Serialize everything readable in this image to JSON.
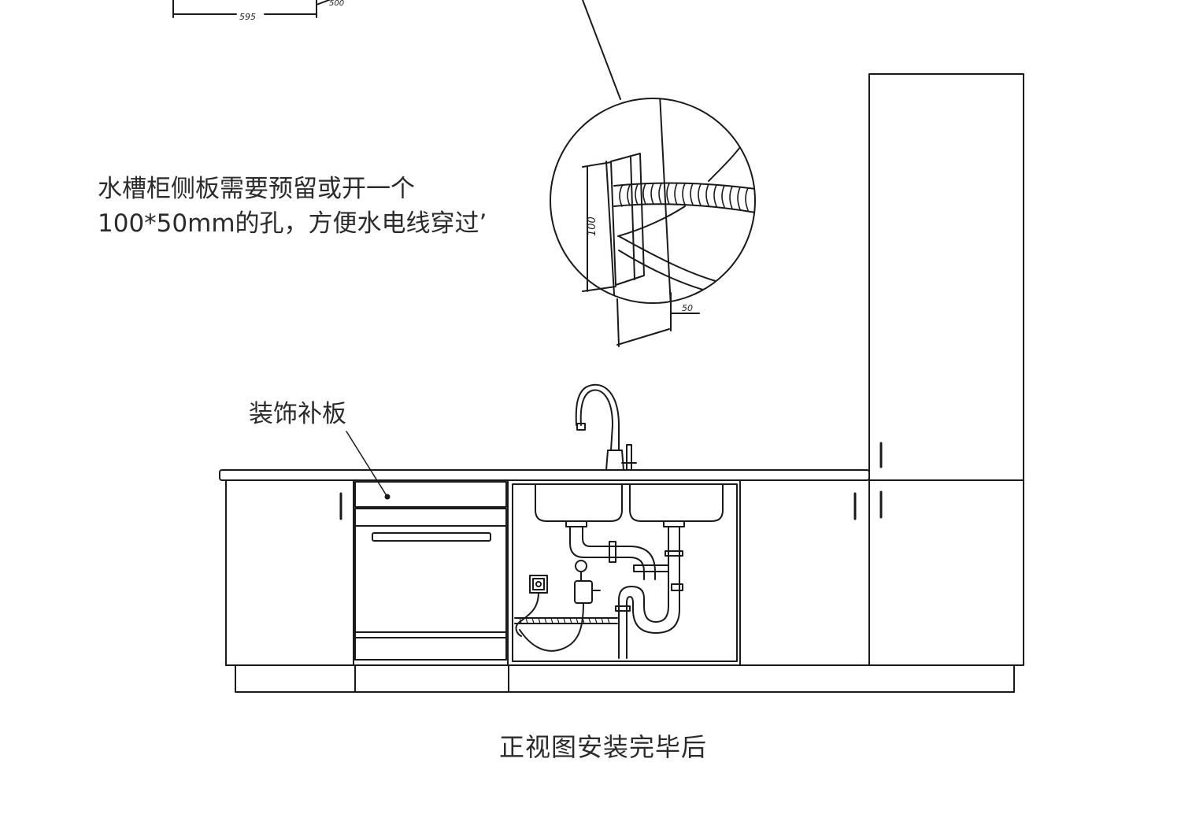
{
  "annotations": {
    "note_line1": "水槽柜侧板需要预留或开一个",
    "note_line2": "100*50mm的孔，方便水电线穿过’",
    "panel_label": "装饰补板",
    "caption": "正视图安装完毕后"
  },
  "dimensions": {
    "top_width": "595",
    "top_depth": "500",
    "hole_height": "100",
    "hole_width": "50"
  },
  "colors": {
    "line": "#1a1a1a",
    "text": "#2b2b2b"
  }
}
